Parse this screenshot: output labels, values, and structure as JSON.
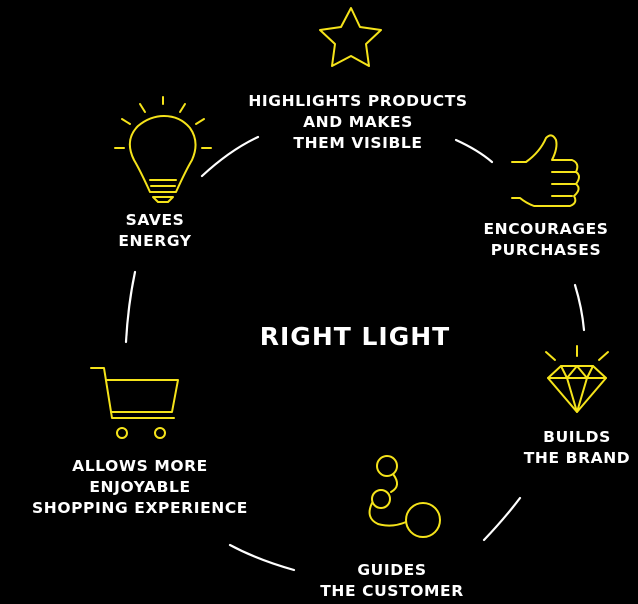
{
  "center": {
    "title": "RIGHT LIGHT"
  },
  "items": [
    {
      "icon": "star-icon",
      "lines": [
        "HIGHLIGHTS PRODUCTS",
        "AND MAKES",
        "THEM VISIBLE"
      ]
    },
    {
      "icon": "thumbs-up-icon",
      "lines": [
        "ENCOURAGES",
        "PURCHASES"
      ]
    },
    {
      "icon": "diamond-icon",
      "lines": [
        "BUILDS",
        "THE BRAND"
      ]
    },
    {
      "icon": "path-icon",
      "lines": [
        "GUIDES",
        "THE CUSTOMER"
      ]
    },
    {
      "icon": "shopping-cart-icon",
      "lines": [
        "ALLOWS MORE",
        "ENJOYABLE",
        "SHOPPING EXPERIENCE"
      ]
    },
    {
      "icon": "light-bulb-icon",
      "lines": [
        "SAVES",
        "ENERGY"
      ]
    }
  ],
  "colors": {
    "background": "#000000",
    "text": "#ffffff",
    "icon_accent": "#f5e31a",
    "connector": "#ffffff"
  }
}
